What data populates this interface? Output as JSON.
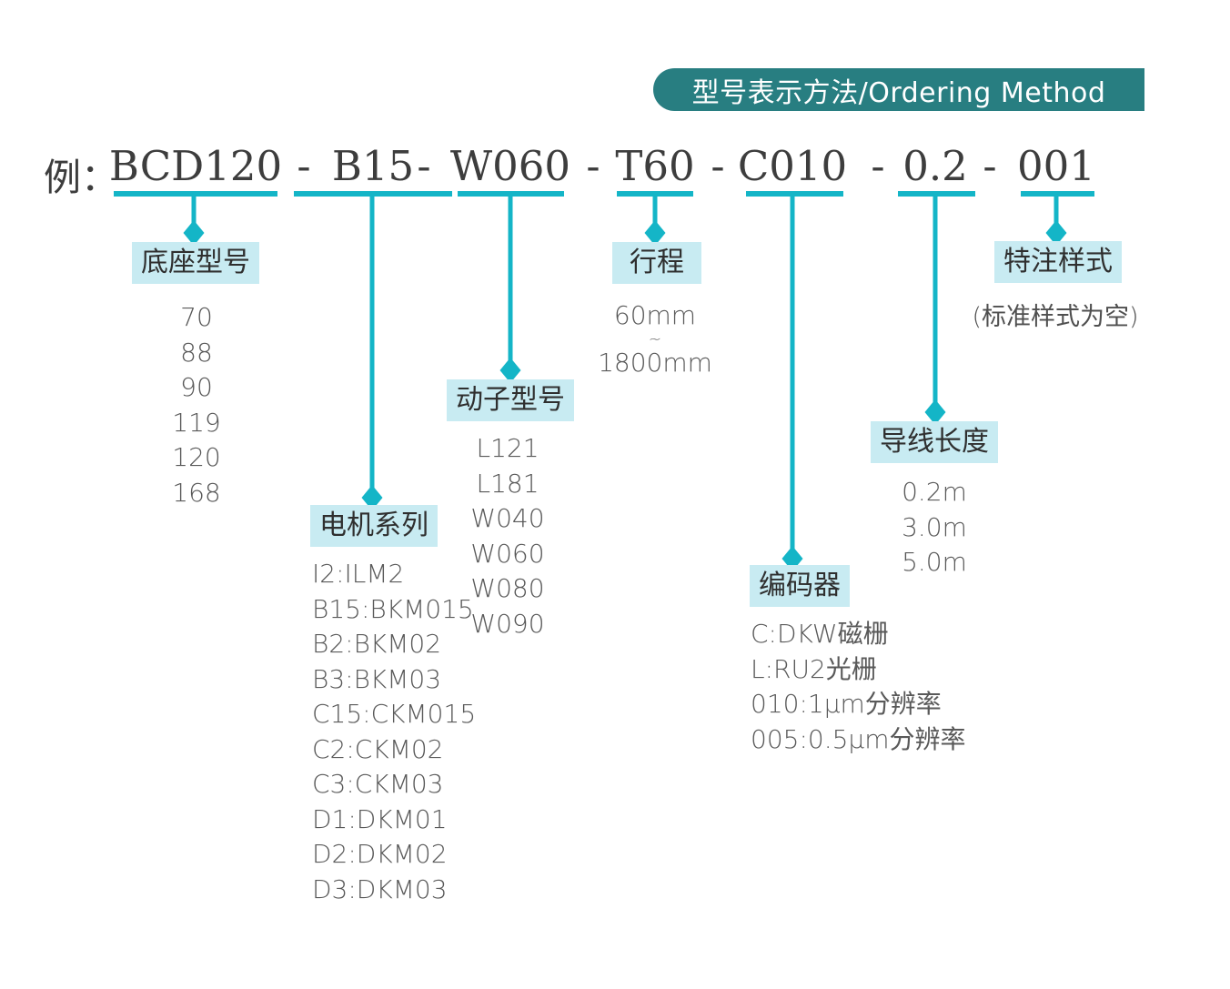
{
  "title": "型号表示方法/Ordering Method",
  "example": {
    "prefix": "例：",
    "separator": "-"
  },
  "colors": {
    "banner_bg": "#287e81",
    "banner_text": "#ffffff",
    "connector_cyan": "#14b5c7",
    "label_bg": "#c8ebf2",
    "code_text": "#3d3d3d",
    "list_text": "#595959"
  },
  "segments": [
    {
      "code": "BCD120",
      "label": "底座型号",
      "items": [
        "70",
        "88",
        "90",
        "119",
        "120",
        "168"
      ]
    },
    {
      "code": "B15",
      "label": "电机系列",
      "items": [
        "I2:ILM2",
        "B15:BKM015",
        "B2:BKM02",
        "B3:BKM03",
        "C15:CKM015",
        "C2:CKM02",
        "C3:CKM03",
        "D1:DKM01",
        "D2:DKM02",
        "D3:DKM03"
      ]
    },
    {
      "code": "W060",
      "label": "动子型号",
      "items": [
        "L121",
        "L181",
        "W040",
        "W060",
        "W080",
        "W090"
      ]
    },
    {
      "code": "T60",
      "label": "行程",
      "items": [
        "60mm",
        "~",
        "1800mm"
      ]
    },
    {
      "code": "C010",
      "label": "编码器",
      "items": [
        "C:DKW磁栅",
        "L:RU2光栅",
        "010:1μm分辨率",
        "005:0.5μm分辨率"
      ]
    },
    {
      "code": "0.2",
      "label": "导线长度",
      "items": [
        "0.2m",
        "3.0m",
        "5.0m"
      ]
    },
    {
      "code": "001",
      "label": "特注样式",
      "note": "(标准样式为空)"
    }
  ]
}
